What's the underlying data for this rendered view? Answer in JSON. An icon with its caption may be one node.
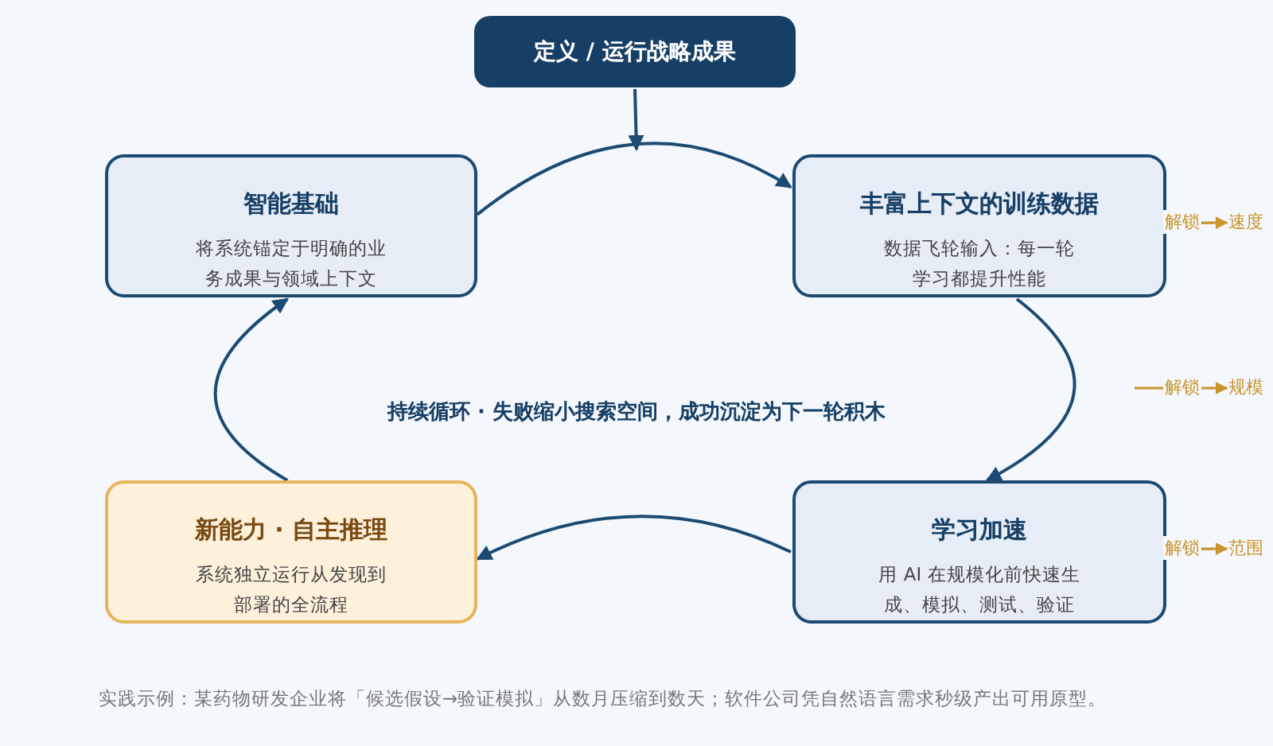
{
  "diagram": {
    "nodes": [
      {
        "text": [
          "定义 / 运行战略成果"
        ]
      },
      {
        "text": [
          "智能基础",
          "将系统锚定于明确的业务成果与领域上下文"
        ]
      },
      {
        "text": [
          "丰富上下文的训练数据",
          "数据飞轮输入：每一轮学习都提升性能"
        ]
      },
      {
        "text": [
          "新能力 · 自主推理",
          "系统独立运行从发现到部署的全流程"
        ]
      },
      {
        "text": [
          "学习加速",
          "用 AI 在规模化前快速生成、模拟、测试、验证"
        ]
      },
      {
        "text": [
          "速度"
        ]
      },
      {
        "text": [
          "规模"
        ]
      },
      {
        "text": [
          "范围"
        ]
      }
    ],
    "edges": [
      {
        "from": 0,
        "to": null,
        "arrow": "to"
      },
      {
        "from": 1,
        "to": 2,
        "arrow": "to"
      },
      {
        "from": 2,
        "to": 4,
        "arrow": "to"
      },
      {
        "from": 4,
        "to": 3,
        "arrow": "to"
      },
      {
        "from": 3,
        "to": 1,
        "arrow": "to"
      },
      {
        "from": 2,
        "to": 5,
        "arrow": "to",
        "label": "解锁",
        "color": "#c9952c"
      },
      {
        "from": null,
        "to": 6,
        "arrow": "to",
        "label": "解锁",
        "color": "#c9952c"
      },
      {
        "from": 4,
        "to": 7,
        "arrow": "to",
        "label": "解锁",
        "color": "#c9952c"
      }
    ],
    "labels": [
      "持续循环 · 失败缩小搜索空间，成功沉淀为下一轮积木",
      "实践示例：某药物研发企业将「候选假设→验证模拟」从数月压缩到数天；软件公司凭自然语言需求秒级产出可用原型。"
    ]
  }
}
